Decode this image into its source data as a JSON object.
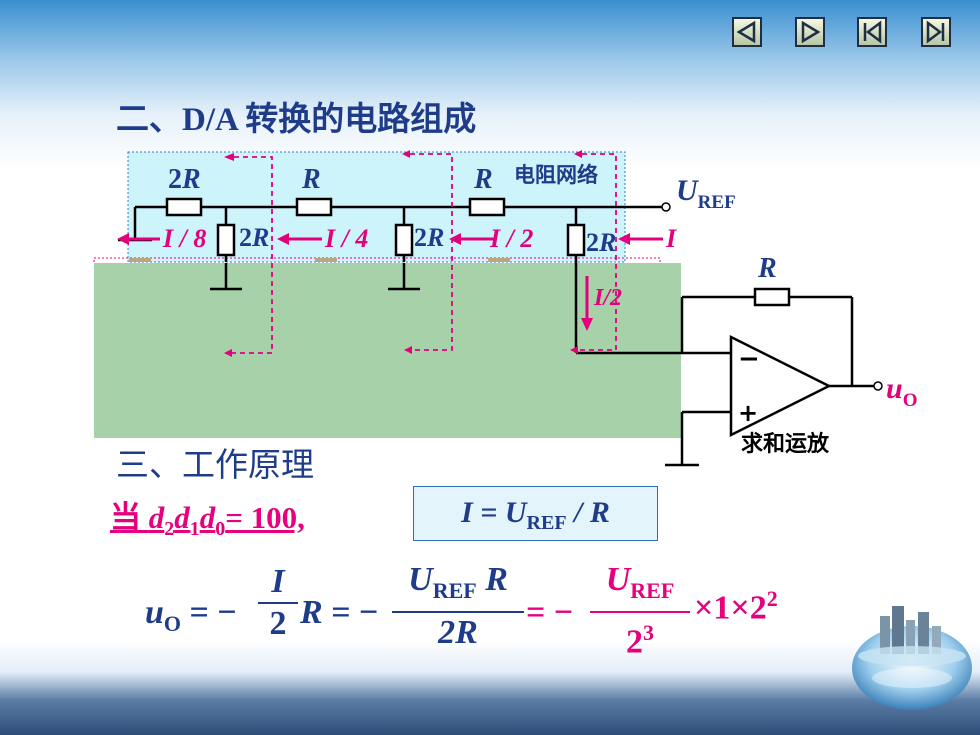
{
  "nav": {
    "buttons": [
      {
        "name": "prev-button",
        "icon": "triangle-left-icon"
      },
      {
        "name": "next-button",
        "icon": "triangle-right-icon"
      },
      {
        "name": "first-button",
        "icon": "skip-first-icon"
      },
      {
        "name": "last-button",
        "icon": "skip-last-icon"
      }
    ]
  },
  "title": "二、D/A 转换的电路组成",
  "circuit": {
    "resistors": {
      "r1": "2R",
      "r2": "R",
      "r3": "R",
      "shunt1": "2R",
      "shunt2": "2R",
      "shunt3": "2R",
      "feedback": "R"
    },
    "network_label": "电阻网络",
    "uref_main": "U",
    "uref_sub": "REF",
    "currents": {
      "i8": "I / 8",
      "i4": "I / 4",
      "i2": "I / 2",
      "i": "I",
      "down_i": "I",
      "down_slash2": "/2"
    },
    "opamp": {
      "minus": "−",
      "plus": "+",
      "label": "求和运放"
    },
    "output_main": "u",
    "output_sub": "O"
  },
  "section3": "三、工作原理",
  "condition": {
    "prefix": "当 ",
    "d2": "d",
    "d2_sub": "2",
    "d1": "d",
    "d1_sub": "1",
    "d0": "d",
    "d0_sub": "0",
    "suffix": "= 100,"
  },
  "formula_box": {
    "left": "I = U",
    "sub": "REF",
    "right": " / R"
  },
  "equation": {
    "lhs": "u",
    "lhs_sub": "O",
    "eq1": " = −",
    "f1_num": "I",
    "f1_den": "2",
    "r1": "R",
    "eq2": " = −",
    "f2_num_u": "U",
    "f2_num_sub": "REF",
    "f2_num_r": " R",
    "f2_den": "2R",
    "eq3": " = −",
    "f3_num_u": "U",
    "f3_num_sub": "REF",
    "f3_den_base": "2",
    "f3_den_exp": "3",
    "tail": "×1×2",
    "tail_exp": "2"
  },
  "colors": {
    "blue": "#1e3c8a",
    "pink": "#e6007e",
    "network_bg": "#cdf3fb",
    "mask_green": "#a6d1a9"
  }
}
